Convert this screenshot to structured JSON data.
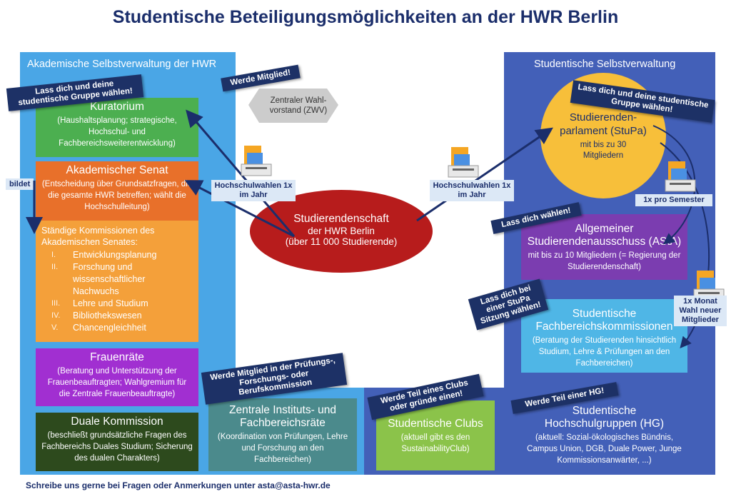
{
  "title": "Studentische Beteiligungsmöglichkeiten an der HWR Berlin",
  "left_panel": {
    "heading": "Akademische Selbstverwaltung der HWR",
    "kuratorium": {
      "title": "Kuratorium",
      "desc": "(Haushaltsplanung; strategische, Hochschul- und Fachbereichsweiterentwicklung)"
    },
    "senat": {
      "title": "Akademischer Senat",
      "desc": "(Entscheidung über Grundsatzfragen, die die gesamte HWR betreffen; wählt die Hochschulleitung)"
    },
    "kommissionen": {
      "title": "Ständige Kommissionen des Akademischen Senates:",
      "items": [
        {
          "num": "I.",
          "label": "Entwicklungsplanung"
        },
        {
          "num": "II.",
          "label": "Forschung und wissenschaftlicher Nachwuchs"
        },
        {
          "num": "III.",
          "label": "Lehre und Studium"
        },
        {
          "num": "IV.",
          "label": "Bibliothekswesen"
        },
        {
          "num": "V.",
          "label": "Chancengleichheit"
        }
      ]
    },
    "frauenraete": {
      "title": "Frauenräte",
      "desc": "(Beratung und Unterstützung der Frauenbeauftragten; Wahlgremium für die Zentrale Frauenbeauftragte)"
    },
    "duale": {
      "title": "Duale Kommission",
      "desc": "(beschließt grundsätzliche Fragen des Fachbereichs Duales Studium; Sicherung des dualen Charakters)"
    }
  },
  "bildet_label": "bildet",
  "wahlvorstand": "Zentraler Wahl-vorstand (ZWV)",
  "institutsraete": {
    "title": "Zentrale Instituts- und Fachbereichsräte",
    "desc": "(Koordination von Prüfungen, Lehre und Forschung an den Fachbereichen)"
  },
  "center": {
    "line1": "Studierendenschaft",
    "line2": "der HWR Berlin",
    "line3": "(über 11 000 Studierende)"
  },
  "hochschulwahlen_left": "Hochschulwahlen 1x im Jahr",
  "hochschulwahlen_right": "Hochschulwahlen 1x im Jahr",
  "right_panel": {
    "heading": "Studentische Selbstverwaltung",
    "stupa": {
      "title": "Studierenden-parlament (StuPa)",
      "desc": "mit bis zu 30 Mitgliedern"
    },
    "asta": {
      "title": "Allgemeiner Studierendenausschuss (AStA)",
      "desc": "mit bis zu 10 Mitgliedern (= Regierung der Studierendenschaft)"
    },
    "fbk": {
      "title": "Studentische Fachbereichskommissionen",
      "desc": "(Beratung der Studierenden hinsichtlich Studium, Lehre & Prüfungen an den Fachbereichen)"
    },
    "hg": {
      "title": "Studentische Hochschulgruppen (HG)",
      "desc": "(aktuell: Sozial-ökologisches Bündnis, Campus Union, DGB, Duale Power, Junge Kommissionsanwärter, ...)"
    }
  },
  "clubs": {
    "title": "Studentische Clubs",
    "desc": "(aktuell gibt es den SustainabilityClub)"
  },
  "pro_semester": "1x pro Semester",
  "monat_wahl": "1x Monat Wahl neuer Mitglieder",
  "ribbons": {
    "gruppe_left": "Lass dich und deine studentische Gruppe wählen!",
    "mitglied": "Werde Mitglied!",
    "gruppe_right": "Lass dich und deine studentische Gruppe wählen!",
    "waehlen": "Lass dich wählen!",
    "stupa_sitzung": "Lass dich bei einer StuPa Sitzung wählen!",
    "kommission": "Werde Mitglied in der Prüfungs-, Forschungs- oder Berufskommission",
    "clubs": "Werde Teil eines Clubs oder gründe einen!",
    "hg": "Werde Teil einer HG!"
  },
  "footer": "Schreibe uns gerne bei Fragen oder Anmerkungen unter asta@asta-hwr.de",
  "colors": {
    "title": "#1b2e6b",
    "left_panel": "#4aa6e6",
    "right_panel": "#4360b8",
    "kuratorium": "#4caf50",
    "senat": "#e8702a",
    "kommissionen": "#f4a03a",
    "frauenraete": "#a12fd1",
    "duale": "#2d4a1d",
    "institutsraete": "#4b8a8c",
    "center": "#b71c1c",
    "stupa": "#f7bf3a",
    "asta": "#7b3db0",
    "fbk": "#4fb6e6",
    "hg": "#4360b8",
    "clubs": "#8bc34a",
    "ribbon": "#1d3166"
  }
}
